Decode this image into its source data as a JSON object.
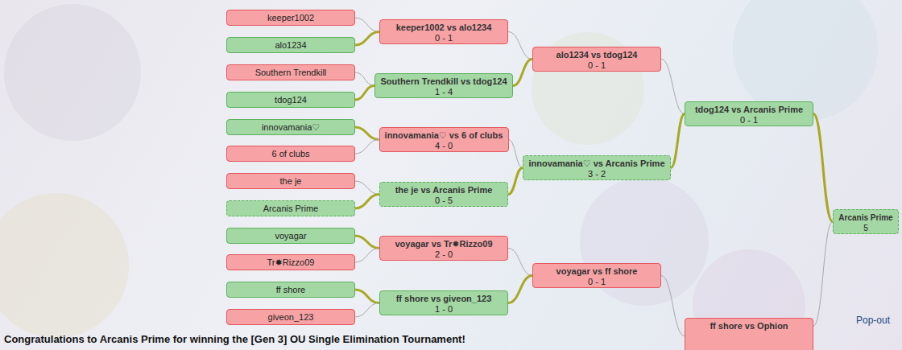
{
  "diagram": {
    "caption": "Congratulations to Arcanis Prime for winning the [Gen 3] OU Single Elimination Tournament!",
    "nodes": [
      {
        "text": [
          "keeper1002"
        ]
      },
      {
        "text": [
          "alo1234"
        ]
      },
      {
        "text": [
          "Southern Trendkill"
        ]
      },
      {
        "text": [
          "tdog124"
        ]
      },
      {
        "text": [
          "innovamania♡"
        ]
      },
      {
        "text": [
          "6 of clubs"
        ]
      },
      {
        "text": [
          "the je"
        ]
      },
      {
        "text": [
          "Arcanis Prime"
        ]
      },
      {
        "text": [
          "voyagar"
        ]
      },
      {
        "text": [
          "Tr✹Rizzo09"
        ]
      },
      {
        "text": [
          "ff shore"
        ]
      },
      {
        "text": [
          "giveon_123"
        ]
      },
      {
        "text": [
          "keeper1002 vs alo1234",
          "0 - 1"
        ]
      },
      {
        "text": [
          "Southern Trendkill vs tdog124",
          "1 - 4"
        ]
      },
      {
        "text": [
          "innovamania♡ vs 6 of clubs",
          "4 - 0"
        ]
      },
      {
        "text": [
          "the je vs Arcanis Prime",
          "0 - 5"
        ]
      },
      {
        "text": [
          "voyagar vs Tr✹Rizzo09",
          "2 - 0"
        ]
      },
      {
        "text": [
          "ff shore vs giveon_123",
          "1 - 0"
        ]
      },
      {
        "text": [
          "alo1234 vs tdog124",
          "0 - 1"
        ]
      },
      {
        "text": [
          "innovamania♡ vs Arcanis Prime",
          "3 - 2"
        ]
      },
      {
        "text": [
          "voyagar vs ff shore",
          "0 - 1"
        ]
      },
      {
        "text": [
          "tdog124 vs Arcanis Prime",
          "0 - 1"
        ]
      },
      {
        "text": [
          "ff shore vs Ophion"
        ]
      },
      {
        "text": [
          "Arcanis Prime",
          "5"
        ]
      }
    ],
    "edges": [
      {
        "from": 0,
        "to": 12,
        "arrow": "none"
      },
      {
        "from": 1,
        "to": 12,
        "arrow": "none"
      },
      {
        "from": 2,
        "to": 13,
        "arrow": "none"
      },
      {
        "from": 3,
        "to": 13,
        "arrow": "none"
      },
      {
        "from": 4,
        "to": 14,
        "arrow": "none"
      },
      {
        "from": 5,
        "to": 14,
        "arrow": "none"
      },
      {
        "from": 6,
        "to": 15,
        "arrow": "none"
      },
      {
        "from": 7,
        "to": 15,
        "arrow": "none"
      },
      {
        "from": 8,
        "to": 16,
        "arrow": "none"
      },
      {
        "from": 9,
        "to": 16,
        "arrow": "none"
      },
      {
        "from": 10,
        "to": 17,
        "arrow": "none"
      },
      {
        "from": 11,
        "to": 17,
        "arrow": "none"
      },
      {
        "from": 12,
        "to": 18,
        "arrow": "none"
      },
      {
        "from": 13,
        "to": 18,
        "arrow": "none"
      },
      {
        "from": 14,
        "to": 19,
        "arrow": "none"
      },
      {
        "from": 15,
        "to": 19,
        "arrow": "none"
      },
      {
        "from": 16,
        "to": 20,
        "arrow": "none"
      },
      {
        "from": 17,
        "to": 20,
        "arrow": "none"
      },
      {
        "from": 18,
        "to": 21,
        "arrow": "none"
      },
      {
        "from": 19,
        "to": 21,
        "arrow": "none"
      },
      {
        "from": 20,
        "to": 22,
        "arrow": "none"
      },
      {
        "from": 21,
        "to": 23,
        "arrow": "none"
      },
      {
        "from": 22,
        "to": 23,
        "arrow": "none"
      }
    ],
    "labels": [
      "Pop-out"
    ]
  }
}
